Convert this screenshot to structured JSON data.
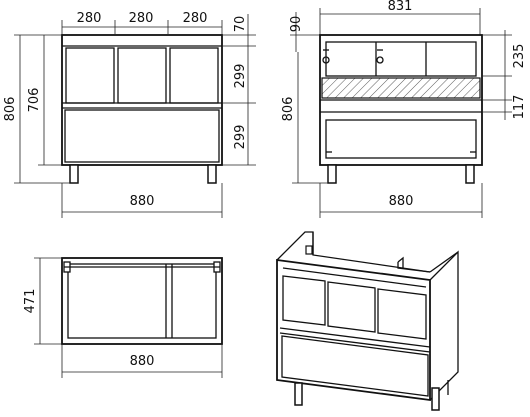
{
  "drawing": {
    "front_view": {
      "door_widths": [
        "280",
        "280",
        "280"
      ],
      "overall_width": "880",
      "overall_height": "806",
      "body_height": "706",
      "top_gap": "70",
      "panel_height_upper": "299",
      "panel_height_lower": "299"
    },
    "back_view": {
      "top_offset": "90",
      "inner_width": "831",
      "overall_width": "880",
      "overall_height": "806",
      "upper_section_height": "235",
      "shelf_height": "117"
    },
    "top_view": {
      "depth": "471",
      "overall_width": "880"
    }
  }
}
